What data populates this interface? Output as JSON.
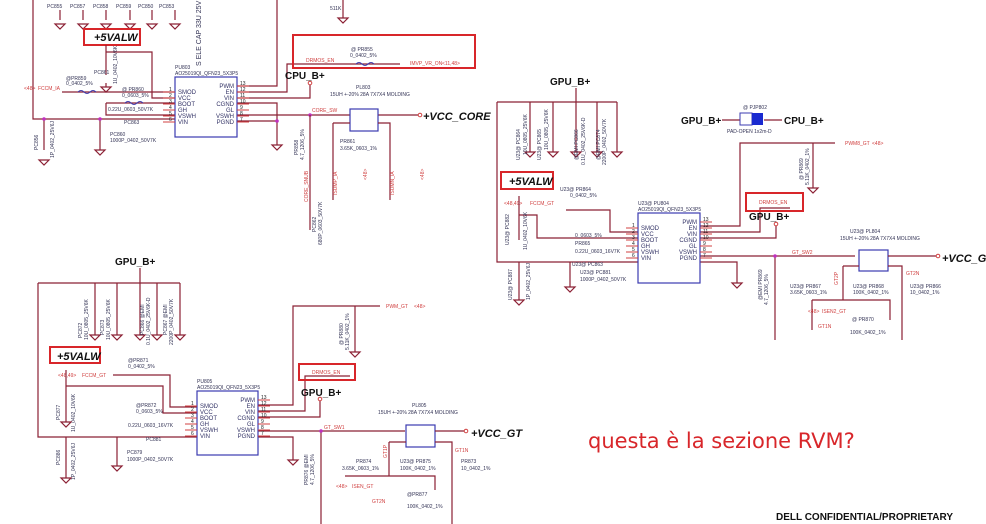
{
  "annotation": {
    "text": "questa è la sezione RVM?",
    "color": "#d8262a"
  },
  "footer": {
    "text": "DELL CONFIDENTIAL/PROPRIETARY"
  },
  "colors": {
    "wire": "#8b2034",
    "chip": "#3b3bb0",
    "highlight": "#d8262a",
    "junction": "#c030c0"
  },
  "chips": [
    {
      "ref": "PU803",
      "part": "AO25019QI_QFN23_5X3P5",
      "left_pins": [
        {
          "n": "1",
          "name": "SMOD"
        },
        {
          "n": "2",
          "name": "VCC"
        },
        {
          "n": "3",
          "name": "BOOT"
        },
        {
          "n": "4",
          "name": "GH"
        },
        {
          "n": "5",
          "name": "VSWH"
        },
        {
          "n": "6",
          "name": "VIN"
        }
      ],
      "right_pins": [
        {
          "n": "13",
          "name": "PWM"
        },
        {
          "n": "12",
          "name": "EN"
        },
        {
          "n": "11",
          "name": "VIN"
        },
        {
          "n": "10",
          "name": "CGND"
        },
        {
          "n": "9",
          "name": "GL"
        },
        {
          "n": "8",
          "name": "VSWH"
        },
        {
          "n": "7",
          "name": "PGND"
        }
      ]
    },
    {
      "ref": "U23@  PU804",
      "part": "AO25019QI_QFN23_5X3P5",
      "left_pins": [
        {
          "n": "1",
          "name": "SMOD"
        },
        {
          "n": "2",
          "name": "VCC"
        },
        {
          "n": "3",
          "name": "BOOT"
        },
        {
          "n": "4",
          "name": "GH"
        },
        {
          "n": "5",
          "name": "VSWH"
        },
        {
          "n": "6",
          "name": "VIN"
        }
      ],
      "right_pins": [
        {
          "n": "13",
          "name": "PWM"
        },
        {
          "n": "12",
          "name": "EN"
        },
        {
          "n": "11",
          "name": "VIN"
        },
        {
          "n": "10",
          "name": "CGND"
        },
        {
          "n": "9",
          "name": "GL"
        },
        {
          "n": "8",
          "name": "VSWH"
        },
        {
          "n": "7",
          "name": "PGND"
        }
      ]
    },
    {
      "ref": "PU805",
      "part": "AO25019QI_QFN23_5X3P5",
      "left_pins": [
        {
          "n": "1",
          "name": "SMOD"
        },
        {
          "n": "2",
          "name": "VCC"
        },
        {
          "n": "3",
          "name": "BOOT"
        },
        {
          "n": "4",
          "name": "GH"
        },
        {
          "n": "5",
          "name": "VSWH"
        },
        {
          "n": "6",
          "name": "VIN"
        }
      ],
      "right_pins": [
        {
          "n": "13",
          "name": "PWM"
        },
        {
          "n": "12",
          "name": "EN"
        },
        {
          "n": "11",
          "name": "VIN"
        },
        {
          "n": "10",
          "name": "CGND"
        },
        {
          "n": "9",
          "name": "GL"
        },
        {
          "n": "8",
          "name": "VSWH"
        },
        {
          "n": "7",
          "name": "PGND"
        }
      ]
    }
  ],
  "core": {
    "power_5valw": "+5VALW",
    "cpu_b": "CPU_B+",
    "drmos_en": "DRMOS_EN",
    "pr855": "@ PR855",
    "pr855_val": "0_0402_5%",
    "imvp": "IMVP_VR_ON",
    "imvp_ref": "<11,48>",
    "fccm": "FCCM_IA",
    "fccm_ref": "<48>",
    "pr859": "@PR859",
    "pr859_val": "0_0402_5%",
    "pr860": "@ PR860",
    "pr860_val": "0_0603_5%",
    "boot_cap": "0.22U_0603_50V7K",
    "pc863": "PC863",
    "pc860": "PC860",
    "pc860_val": "1000P_0402_50V7K",
    "pc856": "PC856",
    "pc856_val": "1P_0402_25V6J",
    "pc861": "PC861",
    "pc861_val": "1U_0402_10V6K",
    "inductor": "PL803",
    "inductor_val": "15UH +-20% 28A 7X7X4 MOLDING",
    "sw": "CORE_SW",
    "out": "+VCC_CORE",
    "pr861": "PR861",
    "pr861_val": "3.65K_0603_1%",
    "pr858": "PR858",
    "pr858_val": "4.7_1206_5%",
    "snub": "CORE_SNUB",
    "isump": "ISUMP_IA",
    "isumn": "ISUMN_IA",
    "ref48": "<48>",
    "pc862": "PC862",
    "pc862_val": "680P_0603_50V7K",
    "top_caps": [
      "PC855",
      "PC857",
      "PC858",
      "PC859",
      "PC850",
      "PC853"
    ],
    "top_caps_note": "S ELE CAP 33U 25V",
    "pr_top": "511K"
  },
  "gt2": {
    "gpu_b": "GPU_B+",
    "power_5valw": "+5VALW",
    "jumper_left": "GPU_B+",
    "jumper_right": "CPU_B+",
    "jumper_ref": "@ PJP802",
    "jumper_val": "PAD-OPEN 1x2m-D",
    "pwm": "PWM8_GT",
    "pwm_ref": "<48>",
    "pr869": "@ PR869",
    "pr869_val": "5.11K_0402_1%",
    "drmos_en": "DRMOS_EN",
    "gpu_b2": "GPU_B+",
    "fccm": "FCCM_GT",
    "fccm_ref": "<48,49>",
    "pr864": "U23@  PR864",
    "pr864_val": "0_0402_5%",
    "pr865": "PR865",
    "pr865_val": "0_0603_5%",
    "boot_cap": "0.22U_0603_16V7K",
    "pc863": "U23@ PC863",
    "pc881": "U23@ PC881",
    "pc881_val": "1000P_0402_50V7K",
    "pc882": "U23@ PC882",
    "pc882_val": "1U_0402_10V6K",
    "pc887": "U23@ PC887",
    "pc887_val": "1P_0402_25V6J",
    "caps": [
      "U23@ PC864",
      "U23@ PC865",
      "@EMI PC866",
      "@EMI PC874"
    ],
    "caps_val": [
      "10U_0805_25V6K",
      "10U_0805_25V6K",
      "0.1U_0402_25V6K-D",
      "2200P_0402_50V7K"
    ],
    "inductor": "U23@  PL804",
    "inductor_val": "15UH +-20% 28A 7X7X4 MOLDING",
    "sw": "GT_SW2",
    "out": "+VCC_GT",
    "gt2p": "GT2P",
    "gt2n": "GT2N",
    "pr867": "U23@  PR867",
    "pr867_val": "3.65K_0603_1%",
    "pr868": "U23@  PR868",
    "pr868_val": "100K_0402_1%",
    "pr866": "U23@  PR866",
    "pr866_val": "10_0402_1%",
    "isen2": "ISEN2_GT",
    "pr870": "@ PR870",
    "pr870_val": "100K_0402_1%",
    "gt1n": "GT1N",
    "pr869b": "@EMI PR869",
    "pr869b_val": "4.7_1206_5%"
  },
  "gt1": {
    "gpu_b": "GPU_B+",
    "power_5valw": "+5VALW",
    "pwm": "PWM_GT",
    "pwm_ref": "<48>",
    "pr880": "@ PR880",
    "pr880_val": "5.11K_0402_1%",
    "drmos_en": "DRMOS_EN",
    "gpu_b2": "GPU_B+",
    "fccm": "FCCM_GT",
    "fccm_ref": "<48,49>",
    "pr871": "@PR871",
    "pr871_val": "0_0402_5%",
    "pr872": "@PR872",
    "pr872_val": "0_0603_5%",
    "boot_cap": "0.22U_0603_16V7K",
    "pc881": "PC881",
    "pc879": "PC879",
    "pc879_val": "1000P_0402_50V7K",
    "pc877": "PC877",
    "pc877_val": "1U_0402_10V6K",
    "pc886": "PC886",
    "pc886_val": "1P_0402_25V6J",
    "caps": [
      "PC872",
      "PC873",
      "PC866 @EMI",
      "PC867 @EMI"
    ],
    "caps_val": [
      "10U_0805_25V6K",
      "10U_0805_25V6K",
      "0.1U_0402_25V6K-D",
      "2200P_0402_50V7K"
    ],
    "inductor": "PL805",
    "inductor_val": "15UH +-20% 28A 7X7X4 MOLDING",
    "sw": "GT_SW1",
    "out": "+VCC_GT",
    "gt1p": "GT1P",
    "gt1n": "GT1N",
    "pr874": "PR874",
    "pr874_val": "3.65K_0603_1%",
    "pr875": "U23@  PR875",
    "pr875_val": "100K_0402_1%",
    "pr873": "PR873",
    "pr873_val": "10_0402_1%",
    "isen": "ISEN_GT",
    "isen_ref": "<48>",
    "pr877": "@PR877",
    "pr877_val": "100K_0402_1%",
    "gt2n": "GT2N",
    "pr876": "PR876 @EMI",
    "pr876_val": "4.7_1206_5%"
  }
}
